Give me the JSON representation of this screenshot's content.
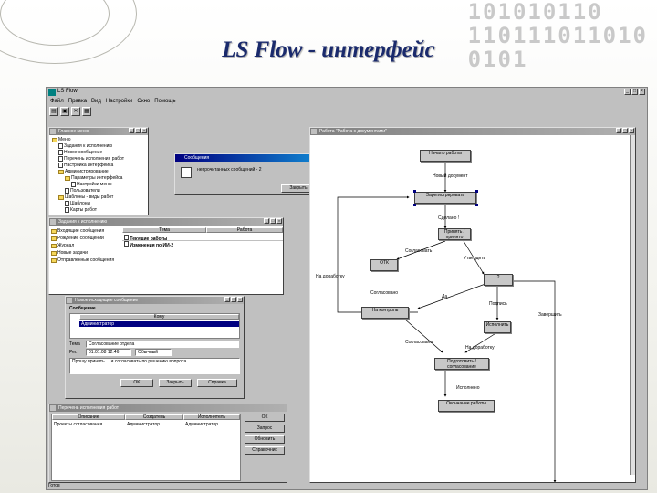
{
  "slide": {
    "title": "LS Flow - интерфейс",
    "decor_digits": "101010110\n110111011010\n0101"
  },
  "app": {
    "title": "LS Flow",
    "menu": [
      "Файл",
      "Правка",
      "Вид",
      "Настройки",
      "Окно",
      "Помощь"
    ],
    "status": "Готов"
  },
  "main_menu": {
    "title": "Главное меню",
    "items": [
      "Меню",
      "Задания к исполнению",
      "Новое сообщение",
      "Перечень исполнения работ",
      "Настройка интерфейса",
      "Администрирование",
      "Параметры интерфейса",
      "Настройки меню",
      "Пользователи",
      "Шаблоны - виды работ",
      "Шаблоны",
      "Карты работ"
    ]
  },
  "message_box": {
    "title": "Сообщения",
    "text": "непрочитанных сообщений - 2",
    "ok": "Закрыть"
  },
  "tasks": {
    "title": "Задания к исполнению",
    "folders": [
      "Входящие сообщения",
      "Рождение сообщений",
      "Журнал",
      "Новые задачи",
      "Отправленные сообщения"
    ],
    "columns": [
      "Тема",
      "Работа"
    ],
    "rows": [
      "Текущие работы",
      "Изменения по ИИ-2"
    ]
  },
  "new_message": {
    "title": "Новое исходящее сообщение",
    "tab": "Сообщение",
    "col_to": "Кому",
    "recipient": "Администратор",
    "subject_label": "Тема",
    "subject": "Согласование отдела",
    "date_label": "Рег.",
    "date": "01.01.08 12:46",
    "priority": "Обычный",
    "body": "Прошу принять ... и согласовать по решению вопроса",
    "send": "OK",
    "cancel": "Закрыть",
    "help": "Справка"
  },
  "works_list": {
    "title": "Перечень исполнения работ",
    "columns": [
      "Описание",
      "Создатель",
      "Исполнитель"
    ],
    "row": [
      "Проекты согласования",
      "Администратор",
      "Администратор"
    ],
    "buttons": [
      "ОК",
      "Запрос",
      "Обновить",
      "Справочник"
    ]
  },
  "flow": {
    "title": "Работа \"Работа с документами\"",
    "nodes": {
      "start": "Начало работы",
      "register": "Зарегистрировать",
      "accept": "Принять / принято",
      "otk": "ОТК",
      "decision": "?",
      "control": "На контроль",
      "execute": "Исполнить",
      "prepare": "Подготовить / согласование",
      "end": "Окончание работы"
    },
    "labels": {
      "new_document": "Новый документ",
      "done": "Сделано !",
      "approve": "Согласовать",
      "approved": "Утвердить",
      "for_revision": "На доработку",
      "yes": "Да",
      "sign": "Подпись",
      "complete": "Завершить",
      "agreed": "Согласовано",
      "agreed2": "Согласовано",
      "ready": "Исполнено",
      "back": "На доработку"
    }
  }
}
